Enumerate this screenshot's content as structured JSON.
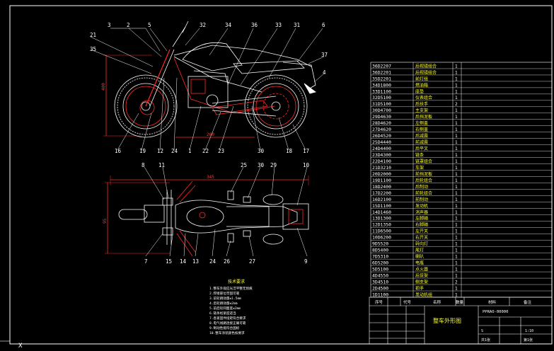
{
  "colors": {
    "background": "#000000",
    "lines": "#ffffff",
    "highlight": "#ff2a2a",
    "accent": "#ffff33",
    "tableGreen": "#00c000"
  },
  "callouts_top": [
    {
      "n": "3"
    },
    {
      "n": "2"
    },
    {
      "n": "5"
    },
    {
      "n": "32"
    },
    {
      "n": "34"
    },
    {
      "n": "36"
    },
    {
      "n": "33"
    },
    {
      "n": "31"
    },
    {
      "n": "6"
    },
    {
      "n": "21"
    },
    {
      "n": "35"
    },
    {
      "n": "37"
    },
    {
      "n": "4"
    },
    {
      "n": "16"
    },
    {
      "n": "19"
    },
    {
      "n": "12"
    },
    {
      "n": "24"
    },
    {
      "n": "1"
    },
    {
      "n": "22"
    },
    {
      "n": "23"
    },
    {
      "n": "30"
    },
    {
      "n": "18"
    },
    {
      "n": "17"
    }
  ],
  "callouts_bottom": [
    {
      "n": "8"
    },
    {
      "n": "11"
    },
    {
      "n": "25"
    },
    {
      "n": "30"
    },
    {
      "n": "29"
    },
    {
      "n": "10"
    },
    {
      "n": "7"
    },
    {
      "n": "15"
    },
    {
      "n": "14"
    },
    {
      "n": "13"
    },
    {
      "n": "24"
    },
    {
      "n": "26"
    },
    {
      "n": "27"
    },
    {
      "n": "9"
    }
  ],
  "dims": {
    "height_top": "400",
    "length_top": "260",
    "length_bottom": "345",
    "width_bottom": "95"
  },
  "tech_notes": {
    "title": "技术要求",
    "lines": [
      "1.整车外观应光洁平整无划痕",
      "2.焊接部位牢固可靠",
      "3.前轮跳动量≤1.5mm",
      "4.后轮跳动量≤2mm",
      "5.前后轮同面度≤2mm",
      "6.链条松紧度适当",
      "7.各紧固件扭矩符合要求",
      "8.电气线路连接正确可靠",
      "9.制动性能符合国标",
      "10.整车涂装颜色按要求"
    ]
  },
  "parts": [
    {
      "code": "36D2207",
      "name": "后视镜组合",
      "qty": "1"
    },
    {
      "code": "36D2201",
      "name": "后视镜组合",
      "qty": "1"
    },
    {
      "code": "35D2201",
      "name": "前灯组",
      "qty": "1"
    },
    {
      "code": "34D1800",
      "name": "燃油箱",
      "qty": "1"
    },
    {
      "code": "33D1100",
      "name": "座垫",
      "qty": "1"
    },
    {
      "code": "32D5100",
      "name": "仪表组合",
      "qty": "1"
    },
    {
      "code": "31D5100",
      "name": "后扶手",
      "qty": "2"
    },
    {
      "code": "30D4700",
      "name": "主支架",
      "qty": "1"
    },
    {
      "code": "29D4630",
      "name": "后挡泥板",
      "qty": "1"
    },
    {
      "code": "28D4620",
      "name": "左侧盖",
      "qty": "1"
    },
    {
      "code": "27D4620",
      "name": "右侧盖",
      "qty": "1"
    },
    {
      "code": "26D4520",
      "name": "后减震",
      "qty": "1"
    },
    {
      "code": "25D4440",
      "name": "前减震",
      "qty": "1"
    },
    {
      "code": "24D4400",
      "name": "后平叉",
      "qty": "1"
    },
    {
      "code": "23D4300",
      "name": "链条",
      "qty": "1"
    },
    {
      "code": "22D4100",
      "name": "链罩组合",
      "qty": "1"
    },
    {
      "code": "21D3210",
      "name": "车架",
      "qty": "1"
    },
    {
      "code": "20D2000",
      "name": "前挡泥板",
      "qty": "1"
    },
    {
      "code": "19D1100",
      "name": "后轮组合",
      "qty": "1"
    },
    {
      "code": "18D2400",
      "name": "后制动",
      "qty": "1"
    },
    {
      "code": "17D2200",
      "name": "前轮组合",
      "qty": "1"
    },
    {
      "code": "16D2100",
      "name": "前制动",
      "qty": "1"
    },
    {
      "code": "15D1100",
      "name": "发动机",
      "qty": "1"
    },
    {
      "code": "14D1460",
      "name": "消声器",
      "qty": "1"
    },
    {
      "code": "13D1300",
      "name": "左脚踏",
      "qty": "1"
    },
    {
      "code": "12D1350",
      "name": "右脚踏",
      "qty": "1"
    },
    {
      "code": "11D6500",
      "name": "左开关",
      "qty": "1"
    },
    {
      "code": "10D6200",
      "name": "右开关",
      "qty": "1"
    },
    {
      "code": "9D5520",
      "name": "转向灯",
      "qty": "1"
    },
    {
      "code": "8D5400",
      "name": "尾灯",
      "qty": "1"
    },
    {
      "code": "7D5310",
      "name": "喇叭",
      "qty": "1"
    },
    {
      "code": "6D5200",
      "name": "电瓶",
      "qty": "1"
    },
    {
      "code": "5D5100",
      "name": "点火器",
      "qty": "1"
    },
    {
      "code": "4D4550",
      "name": "后货架",
      "qty": "1"
    },
    {
      "code": "3D4510",
      "name": "侧支架",
      "qty": "2"
    },
    {
      "code": "2D4500",
      "name": "把手",
      "qty": "1"
    },
    {
      "code": "1D1100",
      "name": "发动机组",
      "qty": "1"
    }
  ],
  "table_header": {
    "c1": "序号",
    "c2": "代号",
    "c3": "名称",
    "c4": "数量",
    "c5": "材料",
    "c6": "备注"
  },
  "title_block": {
    "title": "整车外形图",
    "drawing_no": "PPRAO-00000",
    "scale": "1:10",
    "sheet": "共1张",
    "sheet2": "第1张",
    "stage": "S"
  }
}
